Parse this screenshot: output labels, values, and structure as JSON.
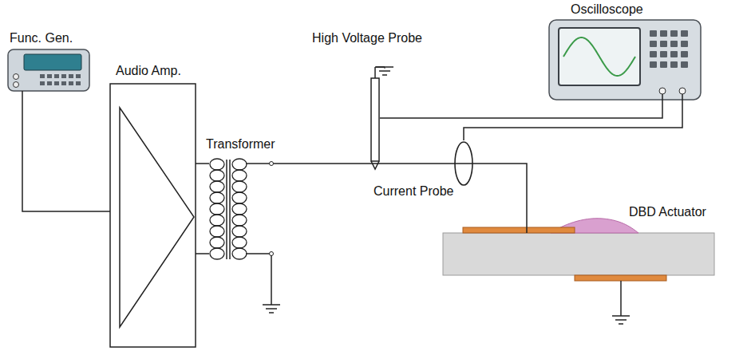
{
  "diagram": {
    "nodes": [
      {
        "text": [
          "Func. Gen."
        ]
      },
      {
        "text": [
          "Audio Amp."
        ]
      },
      {
        "text": [
          "Transformer"
        ]
      },
      {
        "text": [
          "High Voltage Probe"
        ]
      },
      {
        "text": [
          "Oscilloscope"
        ]
      },
      {
        "text": [
          "Current Probe"
        ]
      },
      {
        "text": [
          "DBD Actuator"
        ]
      }
    ],
    "edges": [
      {
        "from": 0,
        "to": 1,
        "arrow": "none"
      },
      {
        "from": 1,
        "to": 2,
        "arrow": "none"
      },
      {
        "from": 2,
        "to": 6,
        "arrow": "none"
      },
      {
        "from": 3,
        "to": 4,
        "arrow": "none"
      },
      {
        "from": 5,
        "to": 4,
        "arrow": "none"
      }
    ]
  }
}
